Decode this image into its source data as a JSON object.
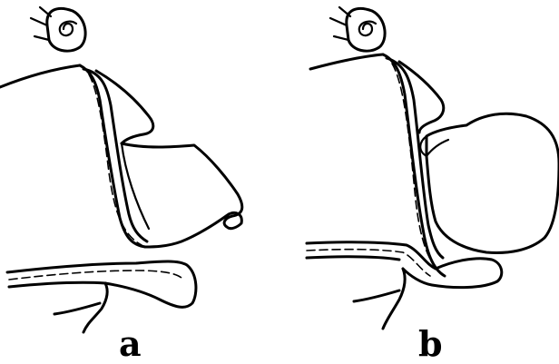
{
  "figure": {
    "panels": [
      {
        "id": "a",
        "label": "a"
      },
      {
        "id": "b",
        "label": "b"
      }
    ],
    "colors": {
      "ink": "#000000",
      "background": "#ffffff"
    }
  }
}
